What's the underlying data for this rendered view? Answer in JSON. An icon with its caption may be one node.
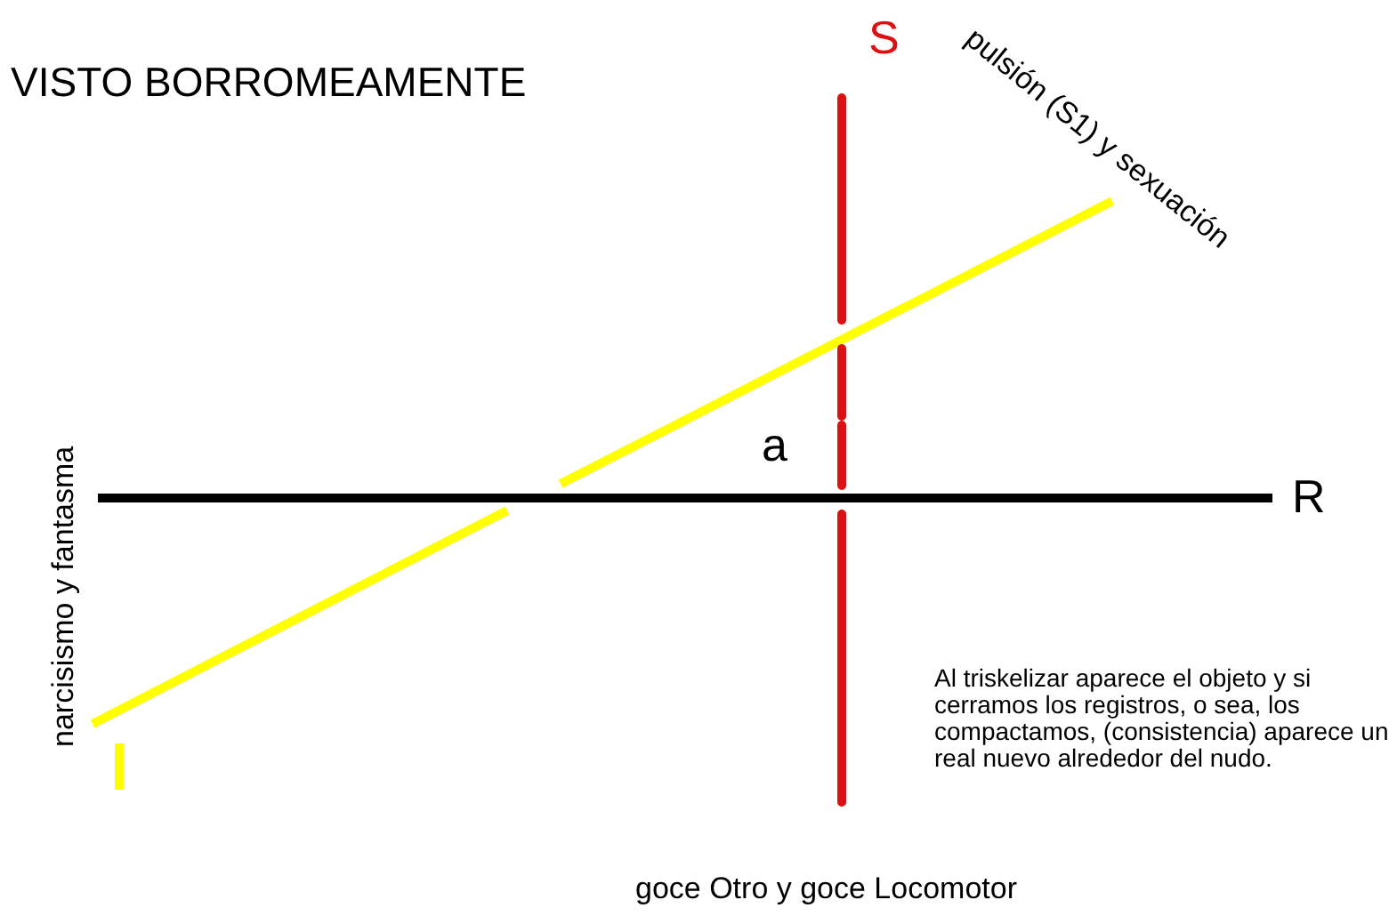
{
  "diagram": {
    "title": "VISTO BORROMEAMENTE",
    "labels": [
      "S",
      "pulsión (S1) y sexuación",
      "narcisismo y fantasma",
      "a",
      "R",
      "Al triskelizar aparece el objeto y si cerramos los registros, o sea, los compactamos, (consistencia) aparece un real nuevo alrededor del nudo.",
      "goce Otro y goce Locomotor"
    ]
  }
}
